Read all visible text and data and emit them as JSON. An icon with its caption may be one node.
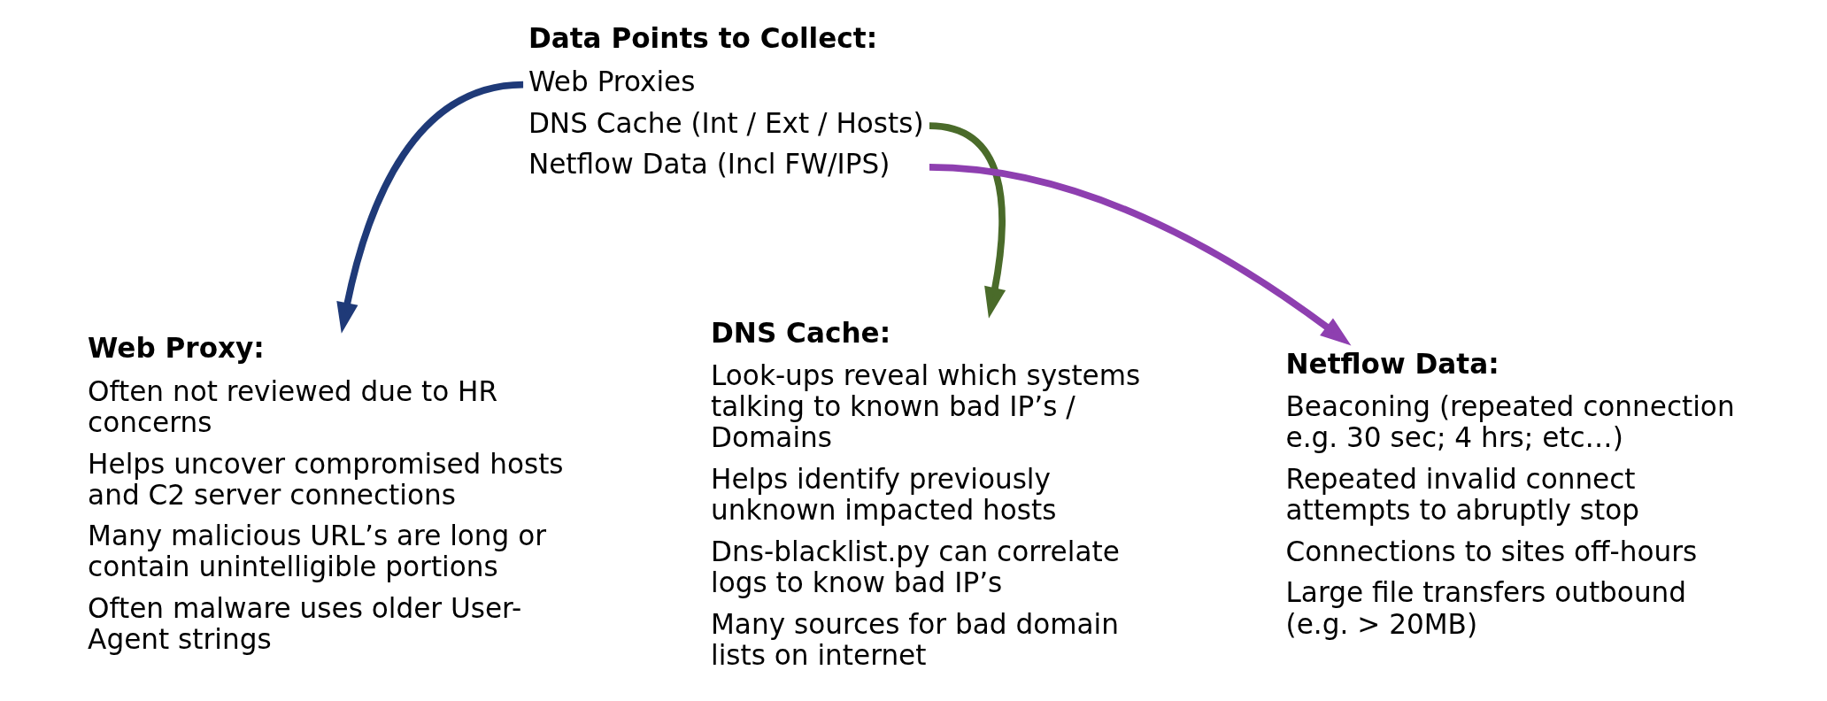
{
  "diagram": {
    "nodes": [
      {
        "text": [
          "Data Points to Collect:",
          "Web Proxies",
          "DNS Cache (Int / Ext / Hosts)",
          "Netflow Data (Incl FW/IPS)"
        ]
      },
      {
        "text": [
          "Web Proxy:",
          "Often not reviewed due to HR concerns",
          "Helps uncover compromised hosts and C2 server connections",
          "Many malicious URL’s are long or contain unintelligible portions",
          "Often malware uses older User-Agent strings"
        ]
      },
      {
        "text": [
          "DNS Cache:",
          "Look-ups reveal which systems talking to known bad IP’s / Domains",
          "Helps identify previously unknown impacted hosts",
          "Dns-blacklist.py can correlate logs to know bad IP’s",
          "Many sources for bad domain lists on internet"
        ]
      },
      {
        "text": [
          "Netflow Data:",
          "Beaconing (repeated connection e.g. 30 sec; 4 hrs; etc…)",
          "Repeated invalid connect attempts to abruptly stop",
          "Connections to sites off-hours",
          "Large file transfers outbound (e.g. > 20MB)"
        ]
      }
    ],
    "edges": [
      {
        "from": 0,
        "to": 1,
        "arrow": "to",
        "color": "#1f3a78"
      },
      {
        "from": 0,
        "to": 2,
        "arrow": "to",
        "color": "#4a6b2a"
      },
      {
        "from": 0,
        "to": 3,
        "arrow": "to",
        "color": "#8e3fb0"
      }
    ]
  }
}
